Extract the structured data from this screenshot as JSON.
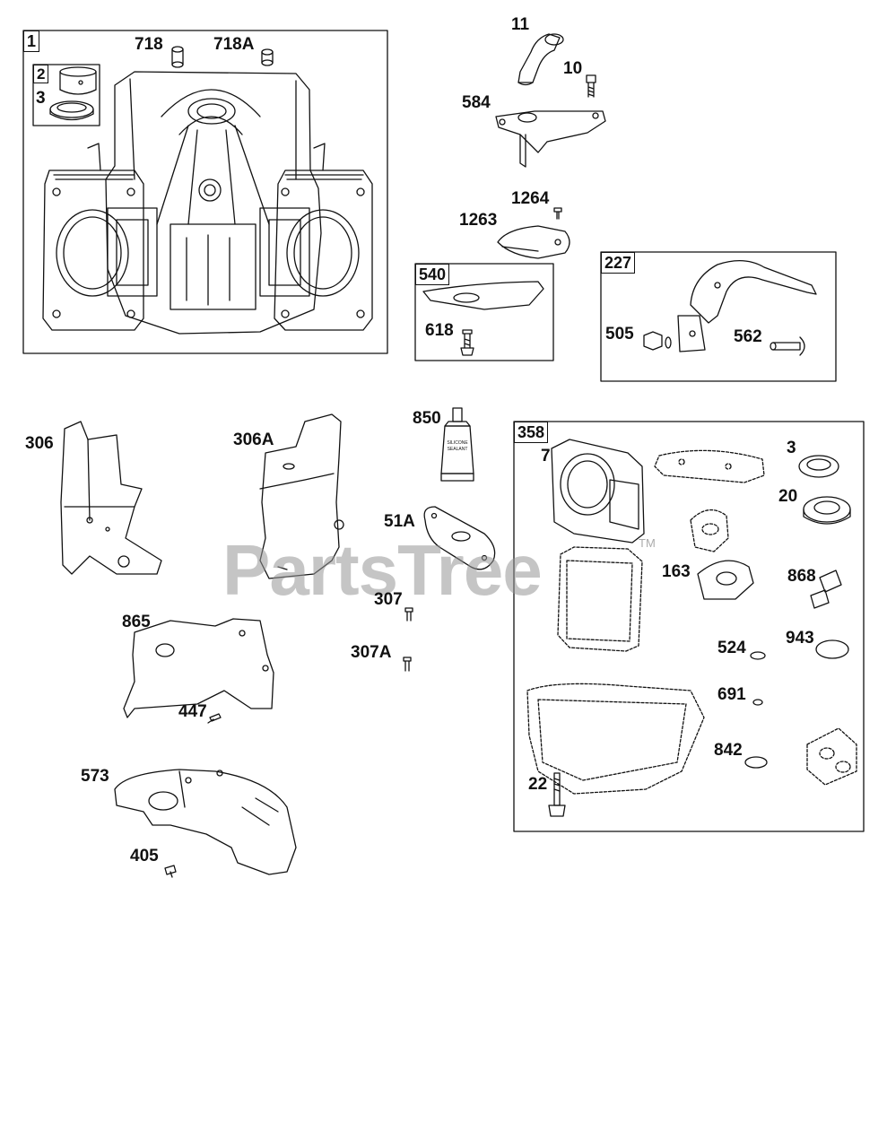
{
  "watermark": {
    "text": "PartsTree",
    "trademark": "TM"
  },
  "boxes": {
    "b1": "1",
    "b2": "2",
    "b540": "540",
    "b227": "227",
    "b358": "358"
  },
  "labels": {
    "l718": "718",
    "l718a": "718A",
    "l3a": "3",
    "l11": "11",
    "l10": "10",
    "l584": "584",
    "l1264": "1264",
    "l1263": "1263",
    "l618": "618",
    "l505": "505",
    "l562": "562",
    "l306": "306",
    "l306a": "306A",
    "l850": "850",
    "l51a": "51A",
    "l307": "307",
    "l307a": "307A",
    "l865": "865",
    "l447": "447",
    "l573": "573",
    "l405": "405",
    "l7": "7",
    "l3b": "3",
    "l20": "20",
    "l163": "163",
    "l868": "868",
    "l524": "524",
    "l943": "943",
    "l691": "691",
    "l842": "842",
    "l22": "22"
  },
  "tube_text": {
    "line1": "SILICONE",
    "line2": "SEALANT"
  }
}
